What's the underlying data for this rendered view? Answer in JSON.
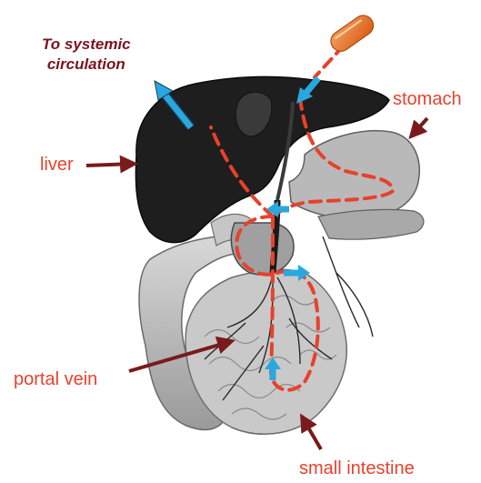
{
  "title_lines": [
    "To systemic",
    "circulation"
  ],
  "labels": {
    "stomach": "stomach",
    "liver": "liver",
    "portal_vein": "portal vein",
    "small_intestine": "small intestine"
  },
  "colors": {
    "label_red": "#e8412c",
    "title_maroon": "#7a1420",
    "pointer_arrow": "#7a1a1a",
    "flow_dashed": "#e8412c",
    "flow_arrow_fill": "#29a8e0",
    "pill": "#e8702a",
    "liver": "#1e1e1e",
    "organ_gray": "#b8b8b8"
  },
  "icons": [
    "capsule-pill-icon",
    "flow-direction-arrow-icon"
  ]
}
